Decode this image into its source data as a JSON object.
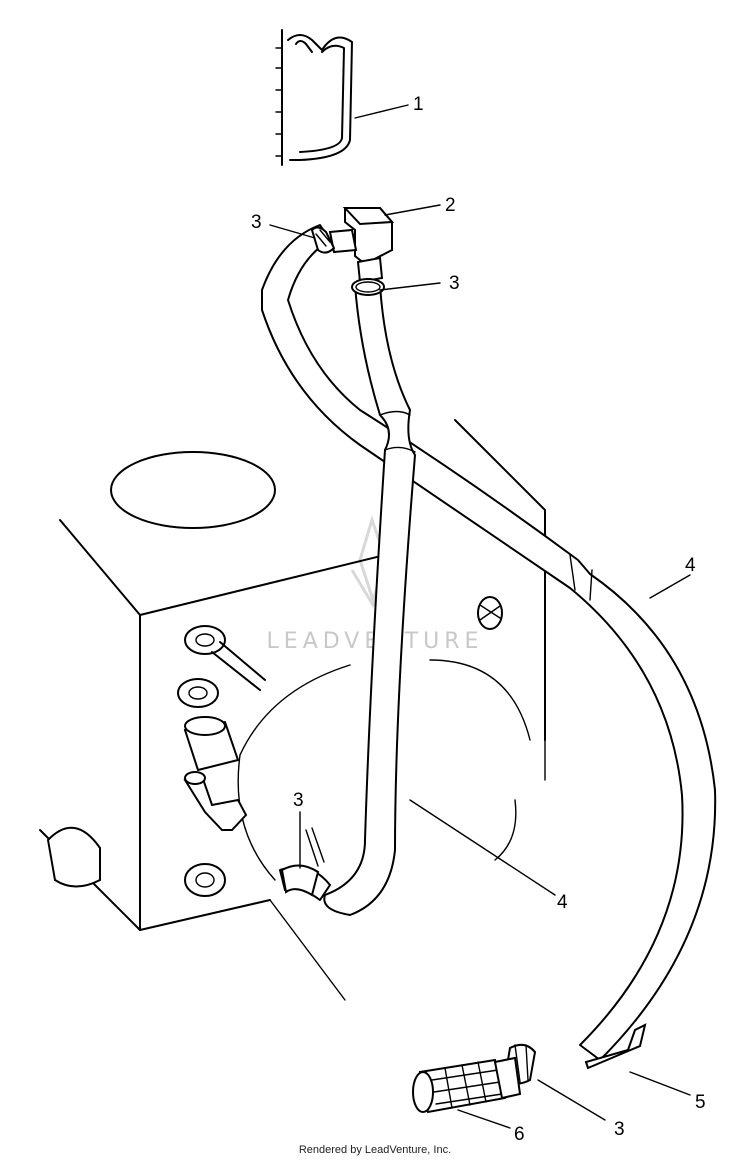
{
  "watermark": {
    "text": "LEADVENTURE"
  },
  "callouts": [
    "1",
    "2",
    "3",
    "3",
    "4",
    "4",
    "3",
    "5",
    "6",
    "3"
  ],
  "footer": {
    "text": "Rendered by LeadVenture, Inc."
  }
}
